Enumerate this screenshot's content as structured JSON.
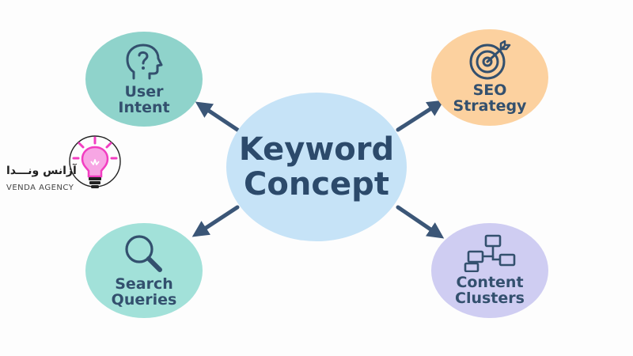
{
  "diagram": {
    "center": {
      "label": "Keyword\nConcept"
    },
    "nodes": {
      "user_intent": {
        "label": "User\nIntent",
        "icon": "head-question-icon"
      },
      "seo_strategy": {
        "label": "SEO\nStrategy",
        "icon": "target-icon"
      },
      "search_queries": {
        "label": "Search\nQueries",
        "icon": "magnifier-icon"
      },
      "content_clusters": {
        "label": "Content\nClusters",
        "icon": "hierarchy-icon"
      }
    },
    "edges": [
      {
        "from": "center",
        "to": "user_intent"
      },
      {
        "from": "center",
        "to": "seo_strategy"
      },
      {
        "from": "center",
        "to": "search_queries"
      },
      {
        "from": "center",
        "to": "content_clusters"
      }
    ]
  },
  "brand": {
    "name_fa": "آژانس ونـــدا",
    "name_en": "VENDA AGENCY",
    "icon": "lightbulb-icon"
  },
  "colors": {
    "center": "#c6e3f7",
    "user_intent": "#8fd3cb",
    "seo_strategy": "#fcd19f",
    "search_queries": "#a2e1d9",
    "content_clusters": "#cfcdf2",
    "text": "#33506e",
    "arrow": "#3b5677",
    "brand_pink": "#f23ec1"
  }
}
